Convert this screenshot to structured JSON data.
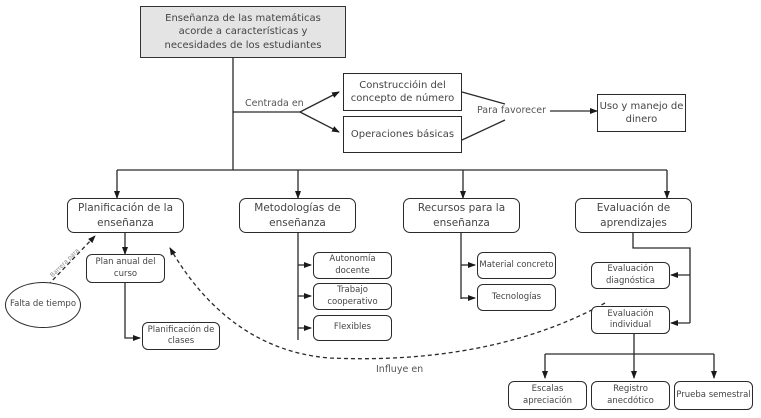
{
  "root": "Enseñanza de las matemáticas acorde a características y necesidades de los estudiantes",
  "connectors": {
    "centrada_en": "Centrada en",
    "para_favorecer": "Para favorecer",
    "influye_en": "Influye en",
    "barrera_para": "Barrera para"
  },
  "focus": {
    "construccion": "Construccióin del concepto de número",
    "operaciones": "Operaciones básicas",
    "uso_dinero": "Uso y manejo de dinero"
  },
  "branches": {
    "planificacion": {
      "title": "Planificación de la enseñanza",
      "children": [
        "Plan anual del curso",
        "Planificación de clases"
      ]
    },
    "metodologias": {
      "title": "Metodologías de enseñanza",
      "children": [
        "Autonomía docente",
        "Trabajo cooperativo",
        "Flexibles"
      ]
    },
    "recursos": {
      "title": "Recursos para la enseñanza",
      "children": [
        "Material concreto",
        "Tecnologías"
      ]
    },
    "evaluacion": {
      "title": "Evaluación de aprendizajes",
      "children": [
        "Evaluación diagnóstica",
        "Evaluación individual"
      ],
      "individual_children": [
        "Escalas apreciación",
        "Registro anecdótico",
        "Prueba semestral"
      ]
    }
  },
  "barrier": "Falta de tiempo",
  "colors": {
    "line": "#2a2a2a",
    "root_fill": "#e4e4e4",
    "text": "#444444"
  }
}
